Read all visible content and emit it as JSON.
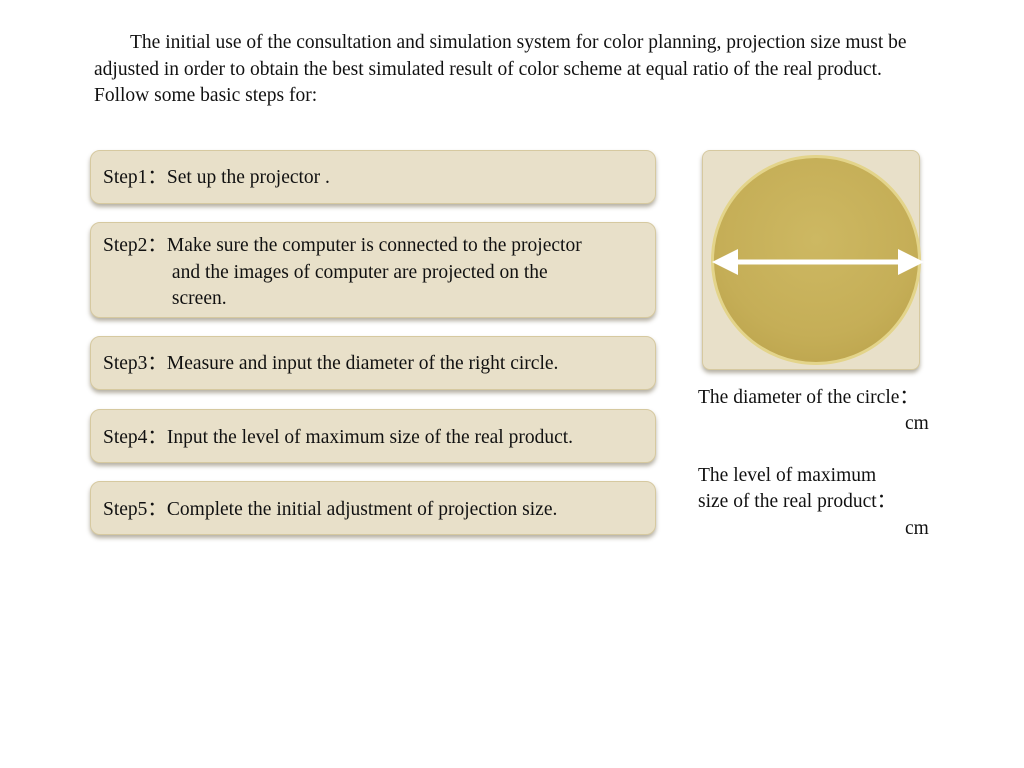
{
  "intro": {
    "paragraph": "The initial use of the consultation and simulation system for color planning, projection size must be adjusted in order to  obtain the best simulated result of color scheme at equal ratio of the real product.",
    "follow": "Follow some basic steps for:"
  },
  "steps": [
    {
      "label": "Step1：",
      "text": "Set up the projector ."
    },
    {
      "label": "Step2：",
      "lines": [
        "Make sure the computer is connected to the projector",
        "and the images of computer are projected on the",
        "screen."
      ]
    },
    {
      "label": "Step3：",
      "text": "Measure and input the diameter of the right circle."
    },
    {
      "label": "Step4：",
      "text": "Input the level of maximum size of the real product."
    },
    {
      "label": "Step5：",
      "text": "Complete the initial adjustment  of projection size."
    }
  ],
  "fields": {
    "diameter": {
      "label": "The diameter of the circle：",
      "unit": "cm"
    },
    "max_size": {
      "label_lines": [
        "The level of maximum",
        "size of the real product："
      ],
      "unit": "cm"
    }
  },
  "colors": {
    "step_fill": "#e8e0c9",
    "circle_gold": "#c5ae57",
    "arrow": "#ffffff"
  },
  "icons": {
    "arrow": "double-headed-arrow-icon"
  }
}
